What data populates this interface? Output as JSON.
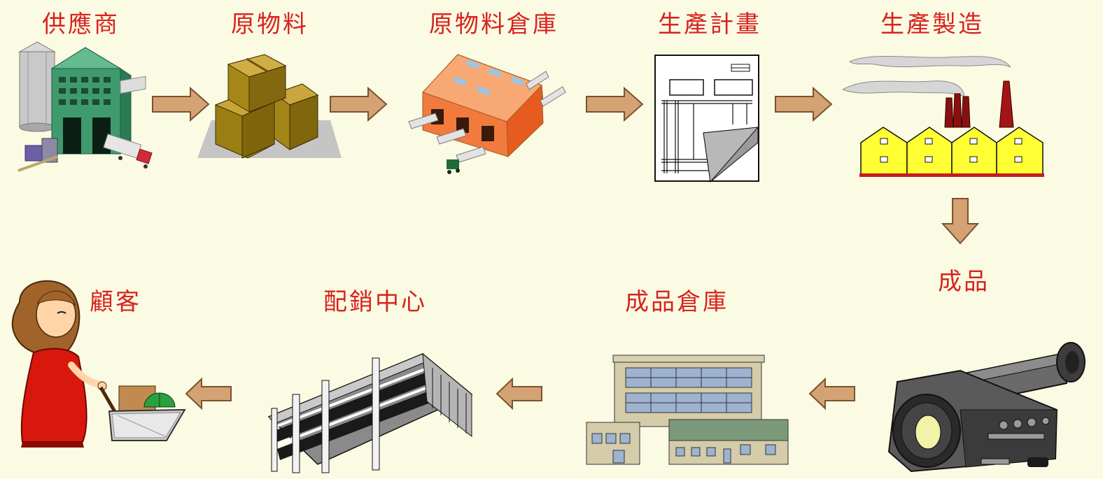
{
  "colors": {
    "background": "#fbfbe3",
    "label_text": "#d8231f",
    "arrow_fill": "#d4a273",
    "arrow_stroke": "#7a5230"
  },
  "flow": {
    "supplier": {
      "label": "供應商",
      "icon": "supplier-factory-icon"
    },
    "raw_material": {
      "label": "原物料",
      "icon": "cardboard-boxes-icon"
    },
    "raw_material_warehouse": {
      "label": "原物料倉庫",
      "icon": "warehouse-icon"
    },
    "production_plan": {
      "label": "生產計畫",
      "icon": "blueprint-plan-icon"
    },
    "manufacturing": {
      "label": "生產製造",
      "icon": "factory-smokestacks-icon"
    },
    "finished_product": {
      "label": "成品",
      "icon": "video-camera-icon"
    },
    "finished_goods_warehouse": {
      "label": "成品倉庫",
      "icon": "office-building-icon"
    },
    "distribution_center": {
      "label": "配銷中心",
      "icon": "distribution-building-icon"
    },
    "customer": {
      "label": "顧客",
      "icon": "shopping-woman-icon"
    }
  }
}
